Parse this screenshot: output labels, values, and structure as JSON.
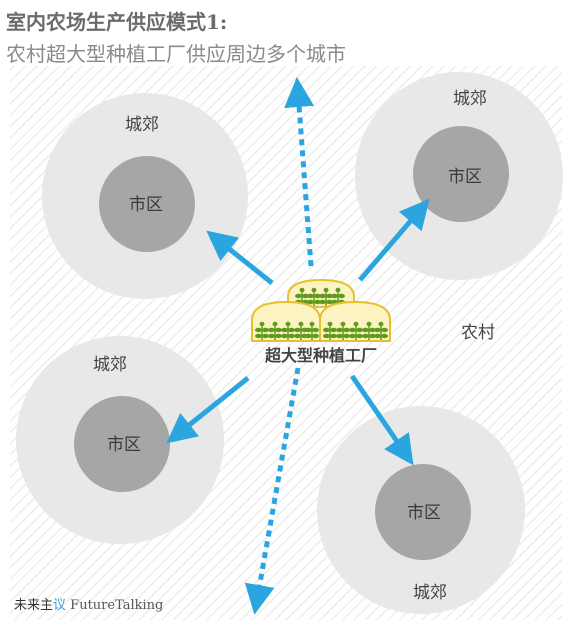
{
  "title": "室内农场生产供应模式1:",
  "subtitle": "农村超大型种植工厂供应周边多个城市",
  "labels": {
    "suburb": "城郊",
    "city": "市区",
    "rural": "农村",
    "factory": "超大型种植工厂"
  },
  "watermark": {
    "prefix": "未来主",
    "highlight": "议",
    "english": "FutureTalking"
  },
  "colors": {
    "arrow": "#2aa5df",
    "outer_circle": "#e8e8e8",
    "inner_circle": "#a6a6a6",
    "greenhouse_fill": "#fbf3c1",
    "greenhouse_stroke": "#e8bf2e",
    "plant": "#5f9a1c"
  }
}
